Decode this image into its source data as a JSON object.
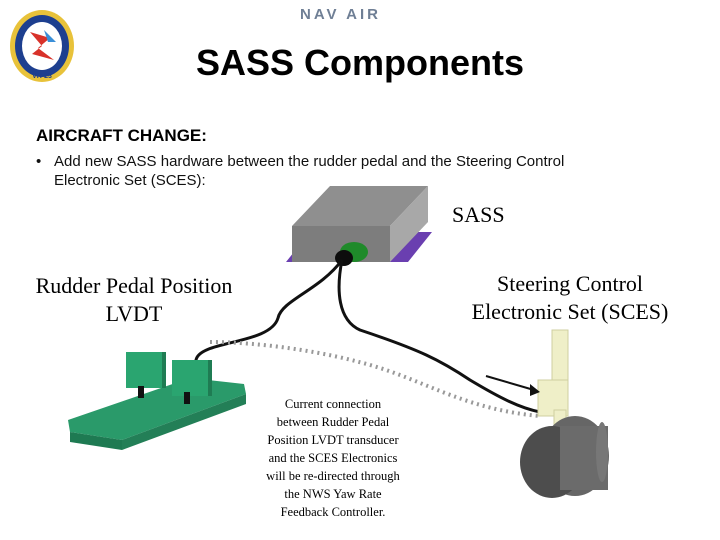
{
  "header": {
    "logo_icon": "squadron-patch-icon",
    "logo_text": "VR-23",
    "navair_text": "NAV AIR"
  },
  "slide": {
    "title": "SASS Components",
    "aircraft_change_heading": "AIRCRAFT CHANGE:",
    "bullet_line1": "Add new SASS hardware between the rudder pedal and the Steering Control",
    "bullet_line2": "Electronic Set (SCES):",
    "bullet_char": "•"
  },
  "labels": {
    "sass": "SASS",
    "pedal_line1": "Rudder Pedal Position",
    "pedal_line2": "LVDT",
    "sces_line1": "Steering Control",
    "sces_line2": "Electronic Set (SCES)"
  },
  "caption": {
    "lines": [
      "Current connection",
      "between Rudder Pedal",
      "Position LVDT transducer",
      "and the SCES Electronics",
      "will be re-directed through",
      "the NWS Yaw Rate",
      "Feedback Controller."
    ]
  },
  "colors": {
    "sass_box": "#8f8f8f",
    "sass_base": "#6a3fb0",
    "connector": "#1f8a2a",
    "pcb": "#1d9a6c",
    "pedal_board": "#2a9a6a",
    "wheel": "#555555",
    "strut": "#efefc8"
  }
}
